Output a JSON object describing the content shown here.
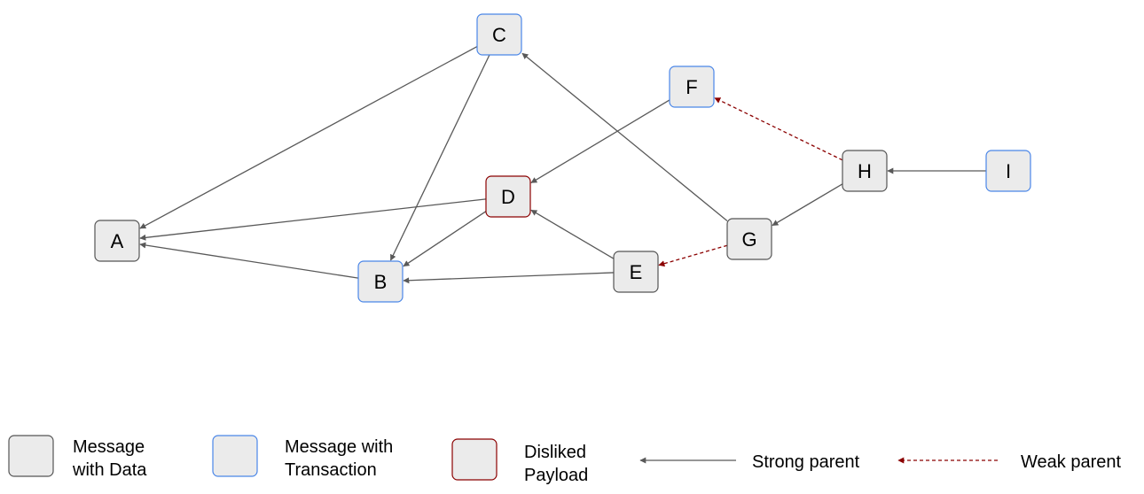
{
  "colors": {
    "node_fill": "#ebebeb",
    "data_border": "#555555",
    "transaction_border": "#4a86e8",
    "disliked_border": "#8b0000",
    "strong_edge": "#595959",
    "weak_edge": "#8b0000"
  },
  "nodes": [
    {
      "id": "A",
      "label": "A",
      "kind": "data"
    },
    {
      "id": "B",
      "label": "B",
      "kind": "transaction"
    },
    {
      "id": "C",
      "label": "C",
      "kind": "transaction"
    },
    {
      "id": "D",
      "label": "D",
      "kind": "disliked"
    },
    {
      "id": "E",
      "label": "E",
      "kind": "data"
    },
    {
      "id": "F",
      "label": "F",
      "kind": "transaction"
    },
    {
      "id": "G",
      "label": "G",
      "kind": "data"
    },
    {
      "id": "H",
      "label": "H",
      "kind": "data"
    },
    {
      "id": "I",
      "label": "I",
      "kind": "transaction"
    }
  ],
  "edges": [
    {
      "from": "C",
      "to": "A",
      "type": "strong"
    },
    {
      "from": "C",
      "to": "B",
      "type": "strong"
    },
    {
      "from": "D",
      "to": "A",
      "type": "strong"
    },
    {
      "from": "D",
      "to": "B",
      "type": "strong"
    },
    {
      "from": "B",
      "to": "A",
      "type": "strong"
    },
    {
      "from": "F",
      "to": "D",
      "type": "strong"
    },
    {
      "from": "E",
      "to": "D",
      "type": "strong"
    },
    {
      "from": "E",
      "to": "B",
      "type": "strong"
    },
    {
      "from": "G",
      "to": "C",
      "type": "strong"
    },
    {
      "from": "G",
      "to": "E",
      "type": "weak"
    },
    {
      "from": "H",
      "to": "F",
      "type": "weak"
    },
    {
      "from": "H",
      "to": "G",
      "type": "strong"
    },
    {
      "from": "I",
      "to": "H",
      "type": "strong"
    }
  ],
  "legend": {
    "data_line1": "Message",
    "data_line2": "with Data",
    "transaction_line1": "Message with",
    "transaction_line2": "Transaction",
    "disliked_line1": "Disliked",
    "disliked_line2": "Payload",
    "strong_label": "Strong parent",
    "weak_label": "Weak parent"
  }
}
